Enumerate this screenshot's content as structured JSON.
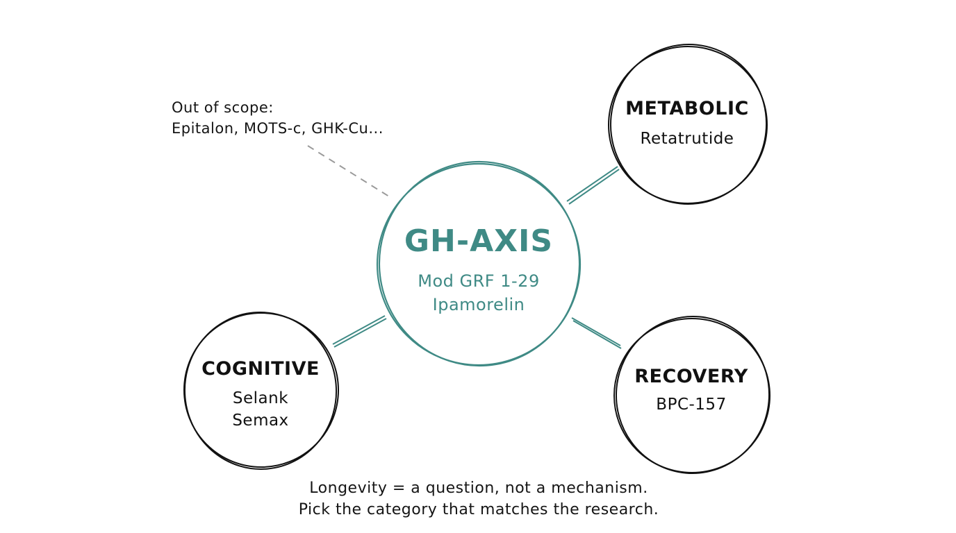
{
  "colors": {
    "accent": "#3f8a85",
    "ink": "#111111",
    "dashed": "#9a9a9a",
    "background": "#ffffff"
  },
  "note": {
    "line1": "Out of scope:",
    "line2": "Epitalon, MOTS-c, GHK-Cu..."
  },
  "center_node": {
    "title": "GH-AXIS",
    "items": [
      "Mod GRF 1-29",
      "Ipamorelin"
    ]
  },
  "nodes": [
    {
      "id": "metabolic",
      "title": "METABOLIC",
      "items": [
        "Retatrutide"
      ]
    },
    {
      "id": "cognitive",
      "title": "COGNITIVE",
      "items": [
        "Selank",
        "Semax"
      ]
    },
    {
      "id": "recovery",
      "title": "RECOVERY",
      "items": [
        "BPC-157"
      ]
    }
  ],
  "footer": {
    "line1": "Longevity = a question, not a mechanism.",
    "line2": "Pick the category that matches the research."
  }
}
